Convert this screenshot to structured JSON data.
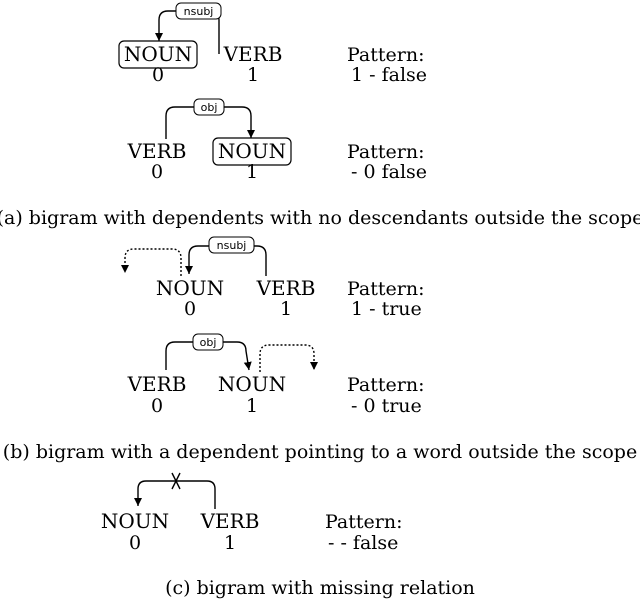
{
  "panel_a": {
    "ex1": {
      "w0": "NOUN",
      "w1": "VERB",
      "i0": "0",
      "i1": "1",
      "rel": "nsubj",
      "pattern_label": "Pattern:",
      "pattern_value": "1 - false"
    },
    "ex2": {
      "w0": "VERB",
      "w1": "NOUN",
      "i0": "0",
      "i1": "1",
      "rel": "obj",
      "pattern_label": "Pattern:",
      "pattern_value": "- 0 false"
    },
    "caption": "(a) bigram with dependents with no descendants outside the scope"
  },
  "panel_b": {
    "ex1": {
      "w0": "NOUN",
      "w1": "VERB",
      "i0": "0",
      "i1": "1",
      "rel": "nsubj",
      "pattern_label": "Pattern:",
      "pattern_value": "1 - true"
    },
    "ex2": {
      "w0": "VERB",
      "w1": "NOUN",
      "i0": "0",
      "i1": "1",
      "rel": "obj",
      "pattern_label": "Pattern:",
      "pattern_value": "- 0 true"
    },
    "caption": "(b) bigram with a dependent pointing to a word outside the scope"
  },
  "panel_c": {
    "ex1": {
      "w0": "NOUN",
      "w1": "VERB",
      "i0": "0",
      "i1": "1",
      "pattern_label": "Pattern:",
      "pattern_value": "- - false"
    },
    "caption": "(c) bigram with missing relation"
  }
}
